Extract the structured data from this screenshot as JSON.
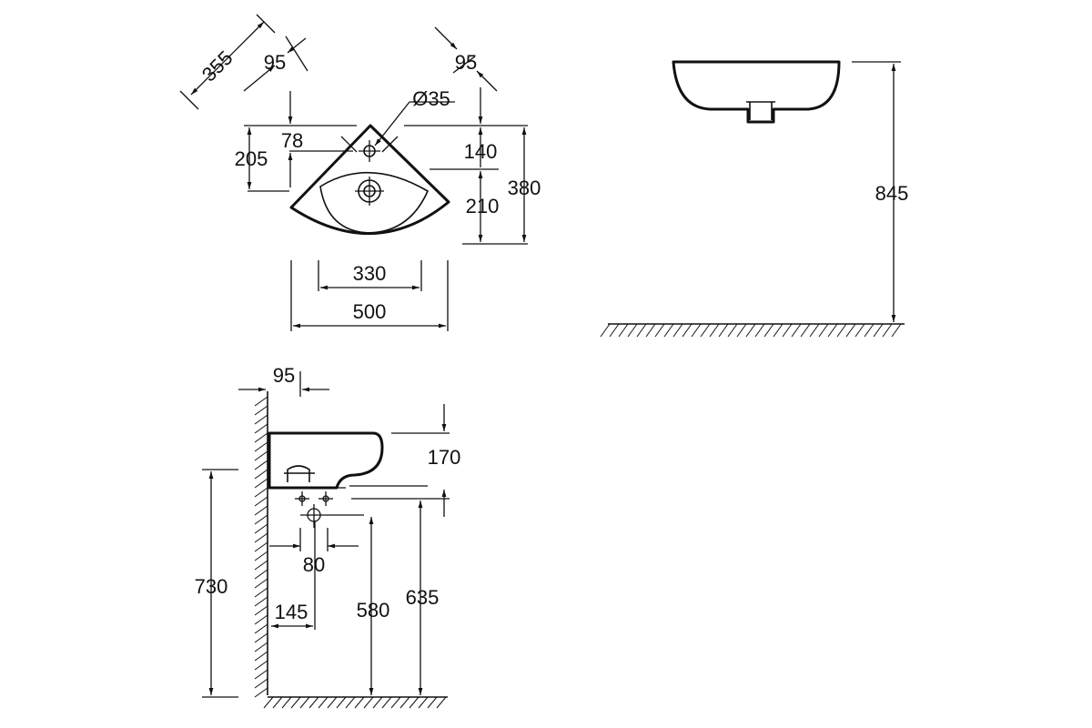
{
  "drawing": {
    "top_view": {
      "diag_355": "355",
      "tap_offset_left": "95",
      "tap_offset_right": "95",
      "tap_hole": "Ø35",
      "inner_78": "78",
      "depth_205": "205",
      "right_140": "140",
      "depth_380": "380",
      "bowl_210": "210",
      "bowl_width_330": "330",
      "overall_width_500": "500"
    },
    "front_view": {
      "height_845": "845"
    },
    "side_view": {
      "wall_offset_95": "95",
      "basin_height_170": "170",
      "waste_spacing_80": "80",
      "waste_from_wall_145": "145",
      "height_730": "730",
      "height_580": "580",
      "height_635": "635"
    },
    "colors": {
      "line": "#111111",
      "background": "#ffffff"
    }
  }
}
